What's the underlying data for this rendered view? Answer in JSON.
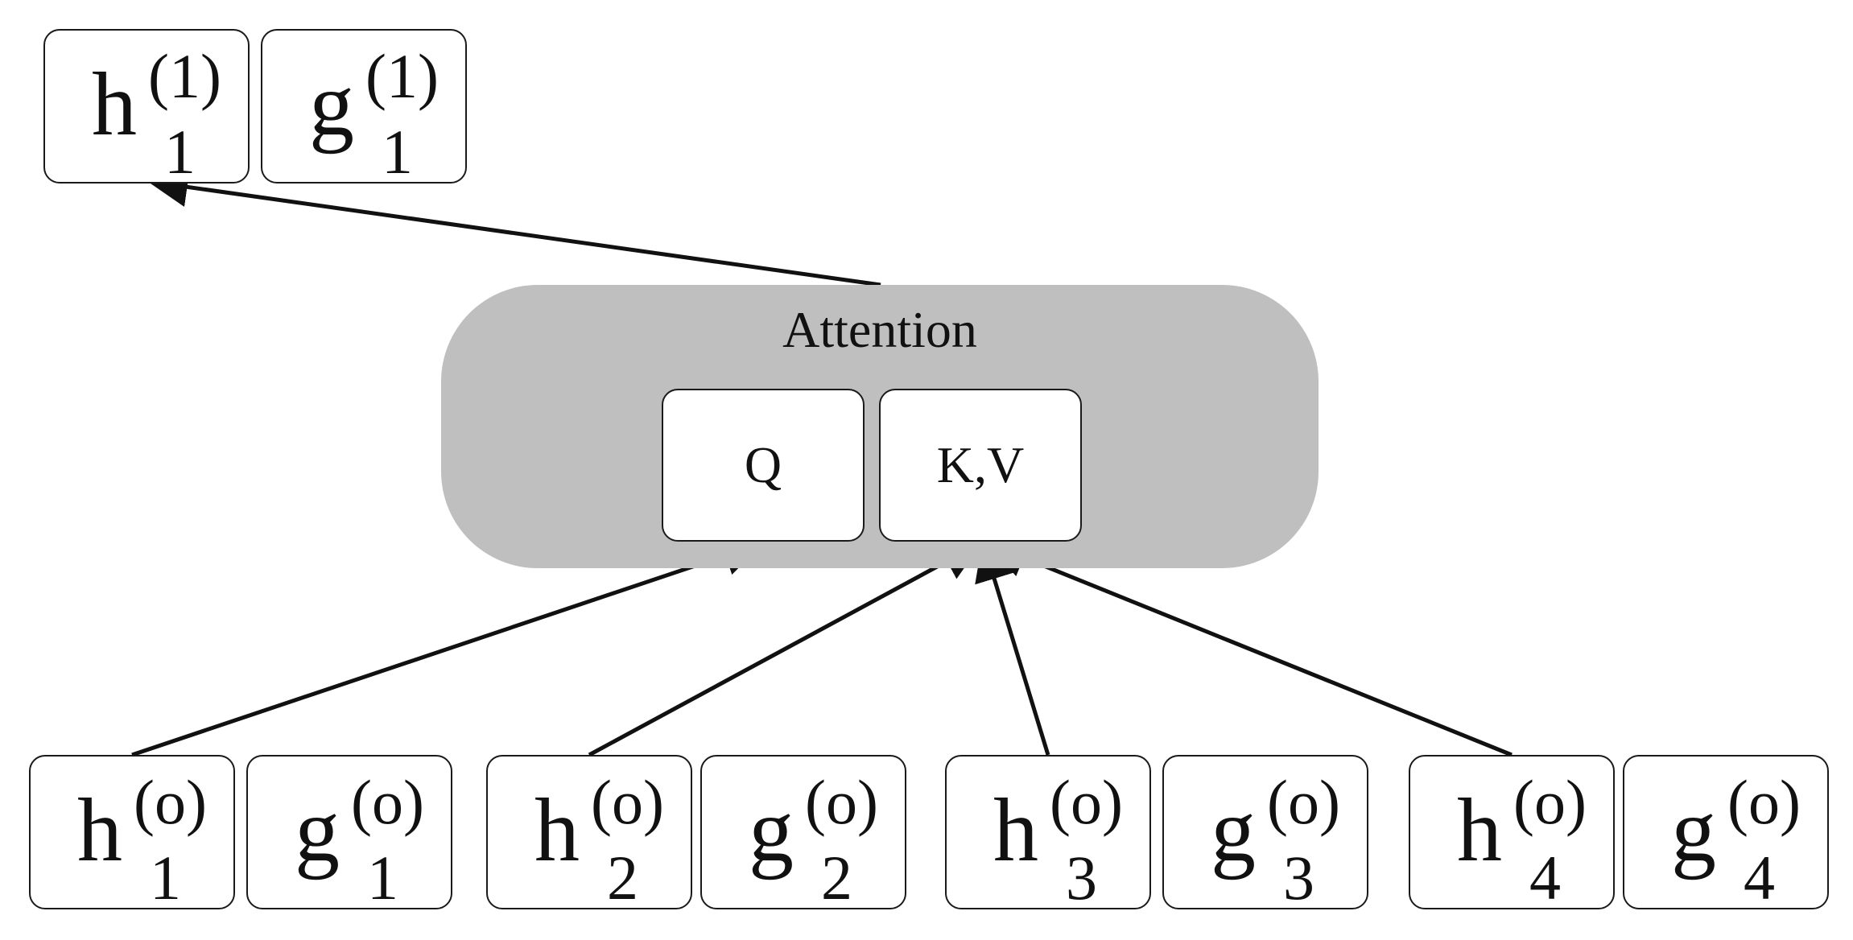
{
  "attention": {
    "label": "Attention",
    "fill": "#bfbfbf",
    "query_label": "Q",
    "keyvalue_label": "K,V"
  },
  "output_layer": [
    {
      "base": "h",
      "superscript": "(1)",
      "subscript": "1"
    },
    {
      "base": "g",
      "superscript": "(1)",
      "subscript": "1"
    }
  ],
  "input_layer": [
    {
      "base": "h",
      "superscript": "(o)",
      "subscript": "1"
    },
    {
      "base": "g",
      "superscript": "(o)",
      "subscript": "1"
    },
    {
      "base": "h",
      "superscript": "(o)",
      "subscript": "2"
    },
    {
      "base": "g",
      "superscript": "(o)",
      "subscript": "2"
    },
    {
      "base": "h",
      "superscript": "(o)",
      "subscript": "3"
    },
    {
      "base": "g",
      "superscript": "(o)",
      "subscript": "3"
    },
    {
      "base": "h",
      "superscript": "(o)",
      "subscript": "4"
    },
    {
      "base": "g",
      "superscript": "(o)",
      "subscript": "4"
    }
  ],
  "colors": {
    "line": "#111111",
    "box_border": "#1a1a1a"
  }
}
